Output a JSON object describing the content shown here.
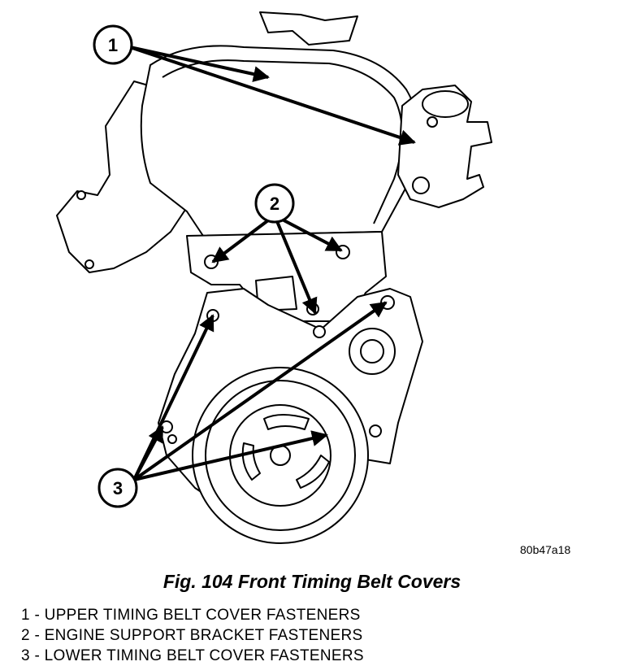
{
  "figure": {
    "reference_code": "80b47a18",
    "caption": "Fig. 104 Front Timing Belt Covers"
  },
  "callouts": [
    {
      "number": "1",
      "label": "UPPER TIMING BELT COVER FASTENERS"
    },
    {
      "number": "2",
      "label": "ENGINE SUPPORT BRACKET FASTENERS"
    },
    {
      "number": "3",
      "label": "LOWER TIMING BELT COVER FASTENERS"
    }
  ],
  "legend_separator": " - "
}
